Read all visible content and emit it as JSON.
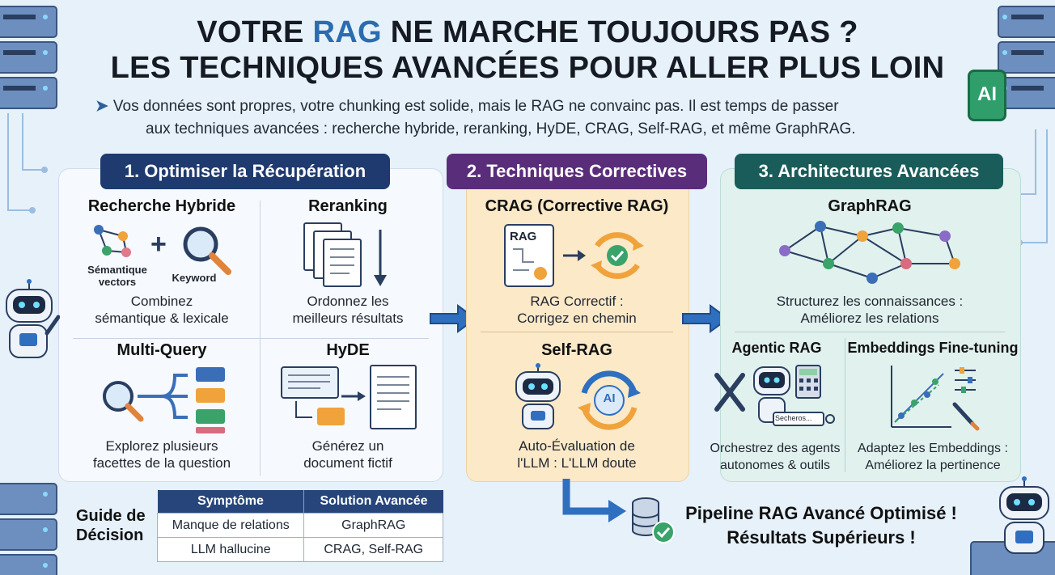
{
  "title": {
    "line1_pre": "VOTRE ",
    "line1_highlight": "RAG",
    "line1_post": " NE MARCHE TOUJOURS PAS ?",
    "line2": "LES TECHNIQUES AVANCÉES POUR ALLER PLUS LOIN"
  },
  "intro": {
    "bullet": "➤",
    "line1": "Vos données sont propres, votre chunking est solide, mais le RAG ne convainc pas. Il est temps de passer",
    "line2": "aux techniques avancées : recherche hybride, reranking, HyDE, CRAG, Self-RAG, et même GraphRAG."
  },
  "ai_badge": "AI",
  "sections": {
    "s1": {
      "header": "1. Optimiser la Récupération",
      "hybrid": {
        "title": "Recherche Hybride",
        "label_a": "Sémantique",
        "label_b": "vectors",
        "label_c": "Keyword",
        "desc1": "Combinez",
        "desc2": "sémantique & lexicale"
      },
      "rerank": {
        "title": "Reranking",
        "desc1": "Ordonnez les",
        "desc2": "meilleurs résultats"
      },
      "multi": {
        "title": "Multi-Query",
        "desc1": "Explorez plusieurs",
        "desc2": "facettes de la question"
      },
      "hyde": {
        "title": "HyDE",
        "desc1": "Générez un",
        "desc2": "document fictif"
      }
    },
    "s2": {
      "header": "2. Techniques Correctives",
      "crag": {
        "title": "CRAG (Corrective RAG)",
        "doc_label": "RAG",
        "desc1": "RAG Correctif :",
        "desc2": "Corrigez en chemin"
      },
      "selfrag": {
        "title": "Self-RAG",
        "badge": "AI",
        "desc1": "Auto-Évaluation de",
        "desc2": "l'LLM : L'LLM doute"
      }
    },
    "s3": {
      "header": "3. Architectures Avancées",
      "graphrag": {
        "title": "GraphRAG",
        "desc1": "Structurez les connaissances :",
        "desc2": "Améliorez les relations"
      },
      "agentic": {
        "title": "Agentic RAG",
        "search_text": "Secheros...",
        "desc1": "Orchestrez des agents",
        "desc2": "autonomes & outils"
      },
      "finetune": {
        "title": "Embeddings Fine-tuning",
        "desc1": "Adaptez les Embeddings :",
        "desc2": "Améliorez la pertinence"
      }
    }
  },
  "guide": {
    "label1": "Guide de",
    "label2": "Décision",
    "headers": [
      "Symptôme",
      "Solution Avancée"
    ],
    "rows": [
      [
        "Manque de relations",
        "GraphRAG"
      ],
      [
        "LLM hallucine",
        "CRAG, Self-RAG"
      ]
    ]
  },
  "final": {
    "line1": "Pipeline RAG Avancé Optimisé !",
    "line2": "Résultats Supérieurs !"
  },
  "colors": {
    "s1": "#1e3a6e",
    "s2": "#5a2d7a",
    "s3": "#1a5c5a",
    "arrow": "#2f6fc0"
  }
}
